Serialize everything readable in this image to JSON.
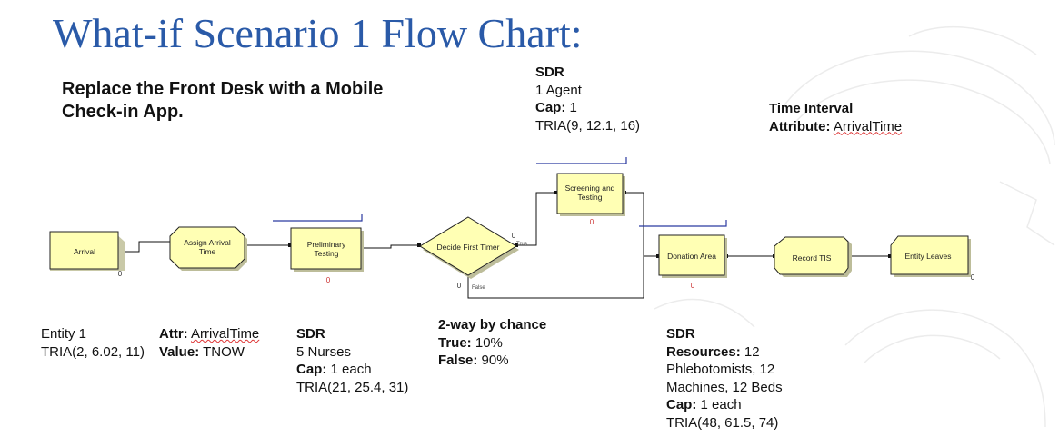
{
  "slide": {
    "title": "What-if Scenario 1 Flow Chart:",
    "subtitle_line1": "Replace the Front Desk with a Mobile",
    "subtitle_line2": "Check-in App."
  },
  "nodes": {
    "arrival": "Arrival",
    "assign_line1": "Assign Arrival",
    "assign_line2": "Time",
    "prelim_line1": "Preliminary",
    "prelim_line2": "Testing",
    "decide": "Decide First Timer",
    "decide_true": "True",
    "decide_false": "False",
    "screening_line1": "Screening and",
    "screening_line2": "Testing",
    "donation": "Donation Area",
    "record": "Record TIS",
    "leaves": "Entity Leaves",
    "counter": "0"
  },
  "annotations": {
    "entity": {
      "line1": "Entity 1",
      "line2": "TRIA(2, 6.02, 11)"
    },
    "assign": {
      "attr_label": "Attr:",
      "attr_value": "ArrivalTime",
      "value_label": "Value:",
      "value_value": "TNOW"
    },
    "prelim": {
      "heading": "SDR",
      "line1": "5 Nurses",
      "cap_label": "Cap:",
      "cap_value": "1 each",
      "dist": "TRIA(21, 25.4, 31)"
    },
    "decide": {
      "heading": "2-way by chance",
      "true_label": "True:",
      "true_value": "10%",
      "false_label": "False:",
      "false_value": "90%"
    },
    "screening": {
      "heading": "SDR",
      "line1": "1 Agent",
      "cap_label": "Cap:",
      "cap_value": "1",
      "dist": "TRIA(9, 12.1, 16)"
    },
    "record": {
      "heading": "Time Interval",
      "attr_label": "Attribute:",
      "attr_value": "ArrivalTime"
    },
    "donation": {
      "heading": "SDR",
      "res_label": "Resources:",
      "res_value": "12",
      "line2": "Phlebotomists, 12",
      "line3": "Machines, 12 Beds",
      "cap_label": "Cap:",
      "cap_value": "1 each",
      "dist": "TRIA(48, 61.5, 74)"
    }
  },
  "colors": {
    "title": "#2a5aa8",
    "node_fill": "#ffffb4",
    "queue_line": "#2b3aa0",
    "watermark": "#e8e8e8"
  }
}
